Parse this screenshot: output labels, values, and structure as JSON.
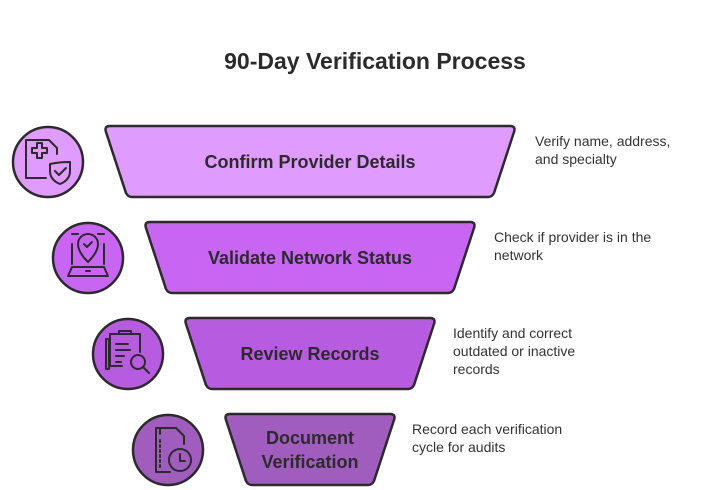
{
  "title": "90-Day Verification Process",
  "stages": [
    {
      "label": "Confirm Provider Details",
      "description": "Verify name, address, and specialty",
      "icon": "medical-document-shield-icon",
      "color": "#E09BFE"
    },
    {
      "label": "Validate Network Status",
      "description": "Check if provider is in the network",
      "icon": "laptop-location-check-icon",
      "color": "#C866F3"
    },
    {
      "label": "Review Records",
      "description": "Identify and correct outdated or inactive records",
      "icon": "clipboard-search-icon",
      "color": "#B75BE1"
    },
    {
      "label": "Document Verification",
      "description": "Record each verification cycle for audits",
      "icon": "document-clock-icon",
      "color": "#A05DBE"
    }
  ],
  "stroke_color": "#2b2b2b"
}
